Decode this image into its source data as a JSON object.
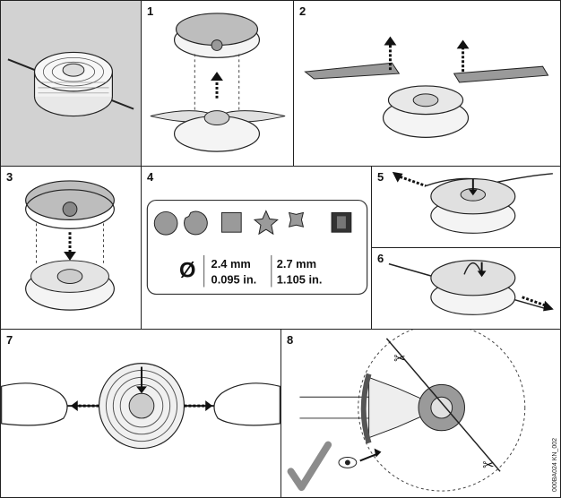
{
  "panels": [
    {
      "id": "0",
      "number": ""
    },
    {
      "id": "1",
      "number": "1"
    },
    {
      "id": "2",
      "number": "2"
    },
    {
      "id": "3",
      "number": "3"
    },
    {
      "id": "4",
      "number": "4"
    },
    {
      "id": "5",
      "number": "5"
    },
    {
      "id": "6",
      "number": "6"
    },
    {
      "id": "7",
      "number": "7"
    },
    {
      "id": "8",
      "number": "8"
    }
  ],
  "line_specs": {
    "diameter_symbol": "Ø",
    "metric_a": "2.4 mm",
    "imperial_a": "0.095 in.",
    "metric_b": "2.7 mm",
    "imperial_b": "1.105 in."
  },
  "doc_code": "000BA024 KN_002",
  "colors": {
    "panel0_bg": "#d2d2d2",
    "line_gray": "#9a9a9a",
    "dark_square": "#333333",
    "check_gray": "#8c8c8c"
  }
}
